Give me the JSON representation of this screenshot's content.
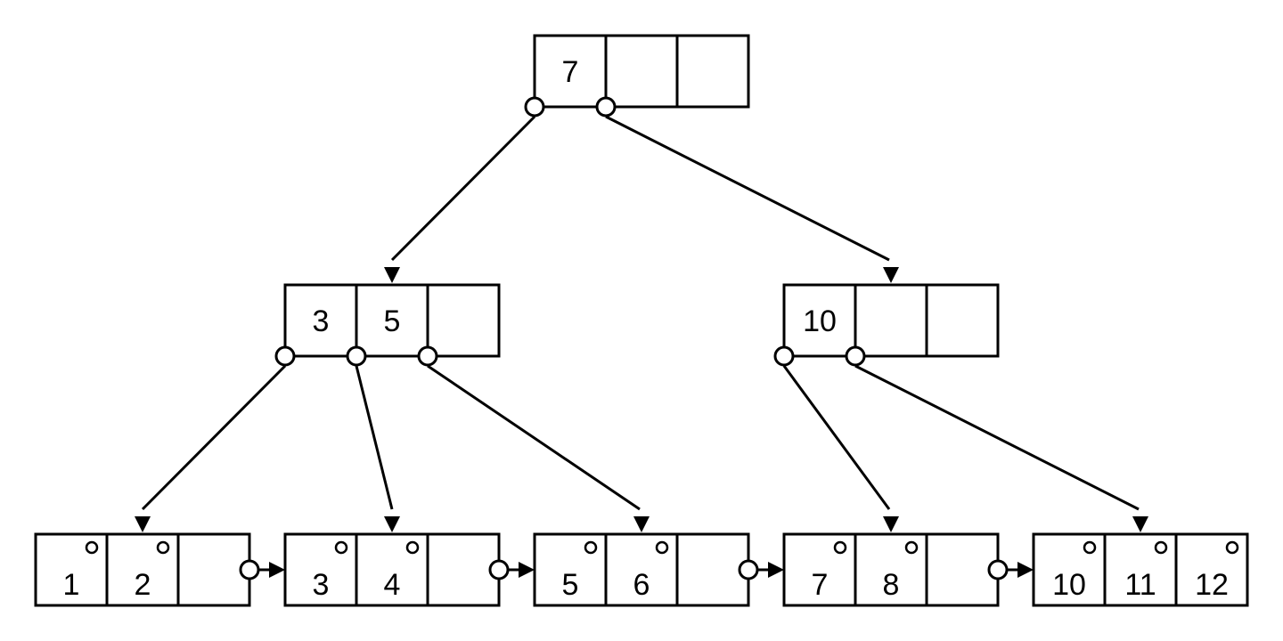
{
  "tree": {
    "root": {
      "keys": [
        "7",
        "",
        ""
      ]
    },
    "internal": [
      {
        "keys": [
          "3",
          "5",
          ""
        ]
      },
      {
        "keys": [
          "10",
          "",
          ""
        ]
      }
    ],
    "leaves": [
      {
        "keys": [
          "1",
          "2",
          ""
        ]
      },
      {
        "keys": [
          "3",
          "4",
          ""
        ]
      },
      {
        "keys": [
          "5",
          "6",
          ""
        ]
      },
      {
        "keys": [
          "7",
          "8",
          ""
        ]
      },
      {
        "keys": [
          "10",
          "11",
          "12"
        ]
      }
    ]
  }
}
